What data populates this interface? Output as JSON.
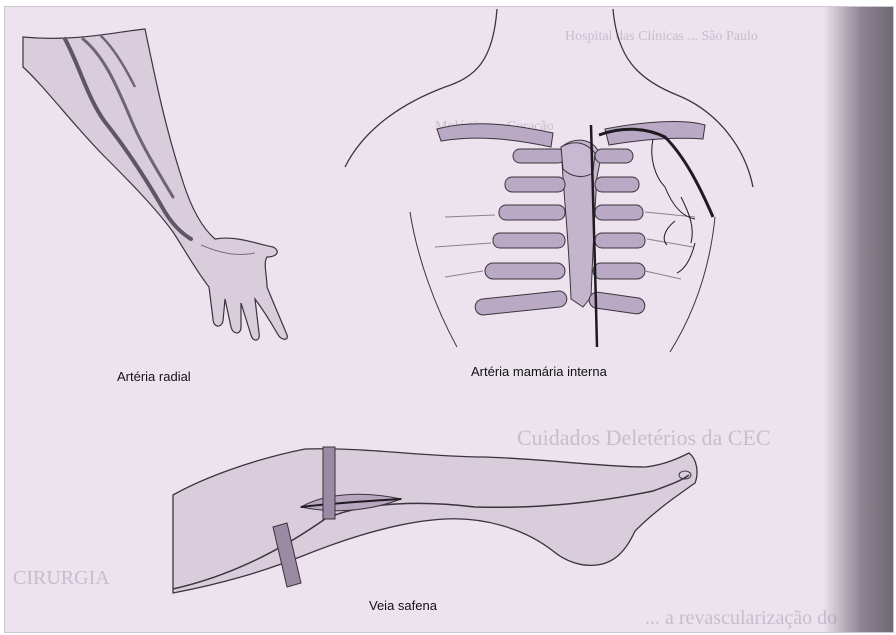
{
  "figure": {
    "captions": {
      "radial": "Artéria radial",
      "mammary": "Artéria mamária interna",
      "saphenous": "Veia safena"
    },
    "bleed_through_text": [
      "Hospital das Clínicas ... São Paulo",
      "Moléstias ... Coração",
      "Cuidados Deletérios da CEC",
      "CIRURGIA",
      "... a revascularização do"
    ]
  },
  "colors": {
    "paper": "#ece3ef",
    "skin": "#d9ccdb",
    "outline": "#3a343c",
    "vessel": "#5e5566",
    "bone": "#b9a9c4",
    "artery": "#1e1a20",
    "tape": "#9a8aa4"
  }
}
